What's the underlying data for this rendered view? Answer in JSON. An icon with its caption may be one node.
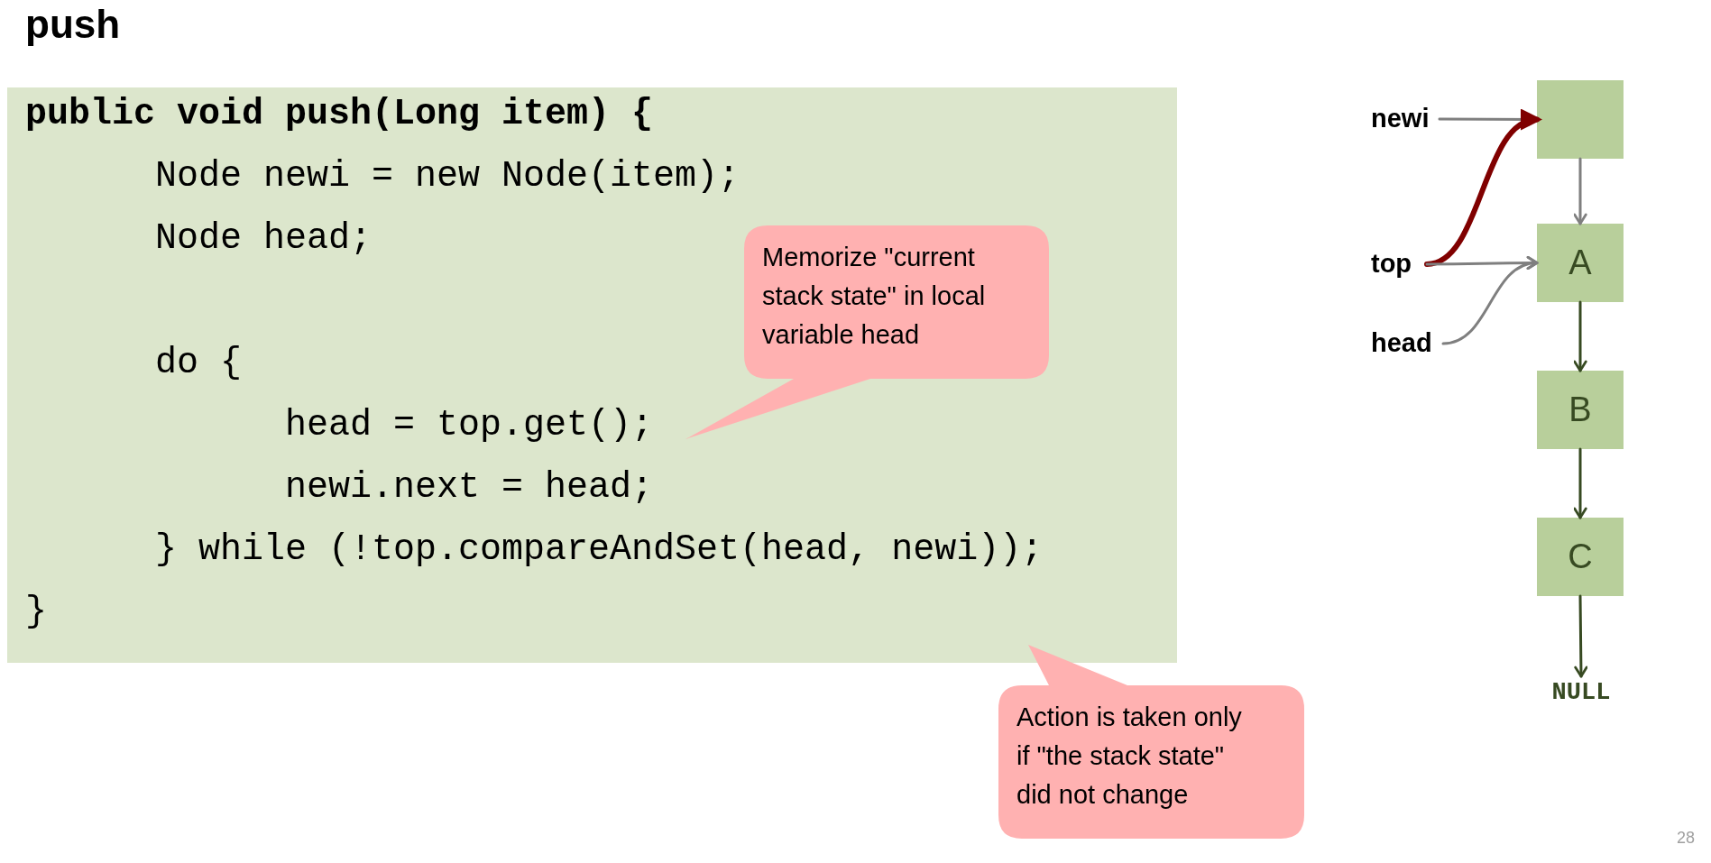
{
  "diagram": {
    "title": "push",
    "nodes": [
      {
        "text": [
          "public void push(Long item) {",
          "Node newi = new Node(item);",
          "Node head;",
          "do {",
          "head = top.get();",
          "newi.next = head;",
          "} while (!top.compareAndSet(head, newi));",
          "}"
        ]
      },
      {
        "text": [
          "Memorize \"current stack state\" in local variable head"
        ],
        "in": 0
      },
      {
        "text": [
          "Action is taken only if \"the stack state\" did not change"
        ]
      },
      {
        "text": [
          "newi"
        ]
      },
      {
        "text": [],
        "shape": "box"
      },
      {
        "text": [
          "top"
        ]
      },
      {
        "text": [
          "A"
        ]
      },
      {
        "text": [
          "head"
        ]
      },
      {
        "text": [
          "B"
        ]
      },
      {
        "text": [
          "C"
        ]
      },
      {
        "text": [
          "NULL"
        ]
      }
    ],
    "edges": [
      {
        "from": 3,
        "to": 4,
        "arrow": "to"
      },
      {
        "from": 5,
        "to": 4,
        "arrow": "to",
        "style": "thick",
        "color": "#800000"
      },
      {
        "from": 4,
        "to": 6,
        "arrow": "to"
      },
      {
        "from": 5,
        "to": 6,
        "arrow": "to"
      },
      {
        "from": 7,
        "to": 6,
        "arrow": "to"
      },
      {
        "from": 6,
        "to": 8,
        "arrow": "to",
        "color": "#374a22"
      },
      {
        "from": 8,
        "to": 9,
        "arrow": "to",
        "color": "#374a22"
      },
      {
        "from": 9,
        "to": 10,
        "arrow": "to",
        "color": "#374a22"
      }
    ],
    "labels": [
      "28"
    ]
  }
}
